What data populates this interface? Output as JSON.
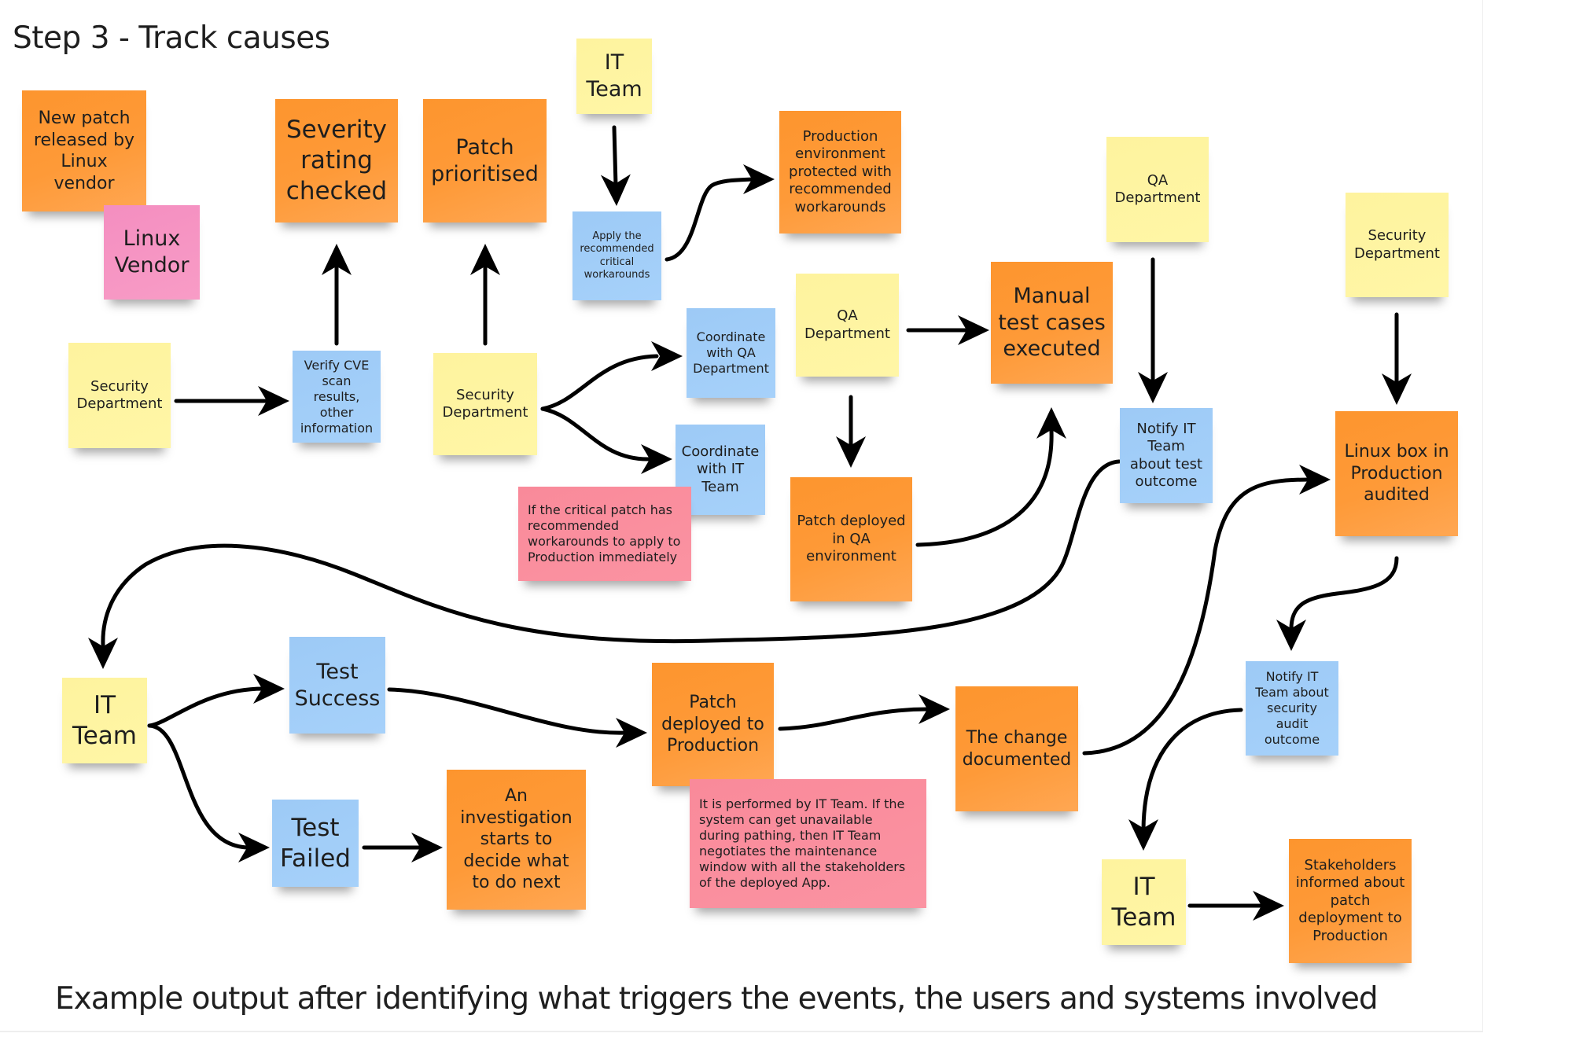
{
  "title": "Step 3 - Track causes",
  "caption": "Example output after identifying what triggers the events, the users and systems involved",
  "colors": {
    "event": "#fd952e",
    "actor": "#fff5a2",
    "command": "#a1cdf8",
    "external_system": "#f693c2",
    "note": "#fa8e9e",
    "arrow": "#000000"
  },
  "notes": {
    "new_patch": "New patch released by Linux vendor",
    "linux_vendor": "Linux Vendor",
    "severity": "Severity rating checked",
    "prioritised": "Patch prioritised",
    "it_team_top": "IT Team",
    "apply_workarounds": "Apply the recommended critical workarounds",
    "prod_protected": "Production environment protected with recommended workarounds",
    "qa_dept_top": "QA Department",
    "sec_dept_right": "Security Department",
    "sec_dept_left": "Security Department",
    "verify_cve": "Verify CVE scan results, other information",
    "sec_dept_mid": "Security Department",
    "coord_qa": "Coordinate with QA Department",
    "qa_dept_mid": "QA Department",
    "manual_tests": "Manual test cases executed",
    "coord_it": "Coordinate with IT Team",
    "critical_note": "If the critical patch has recommended workarounds to apply to Production immediately",
    "patch_qa": "Patch deployed in QA environment",
    "notify_test": "Notify IT Team about test outcome",
    "linux_audited": "Linux box in Production audited",
    "it_team_left": "IT Team",
    "test_success": "Test Success",
    "test_failed": "Test Failed",
    "investigation": "An investigation starts to decide what to do next",
    "patch_prod": "Patch deployed to Production",
    "it_note": "It is performed by IT Team. If the system can get unavailable during pathing, then IT Team negotiates the maintenance window with all the stakeholders of the deployed App.",
    "change_documented": "The change documented",
    "notify_audit": "Notify IT Team about security audit outcome",
    "it_team_right": "IT Team",
    "stakeholders": "Stakeholders informed about patch deployment to Production"
  },
  "connections": [
    {
      "from": "sec_dept_left",
      "to": "verify_cve"
    },
    {
      "from": "verify_cve",
      "to": "severity"
    },
    {
      "from": "sec_dept_mid",
      "to": "prioritised"
    },
    {
      "from": "it_team_top",
      "to": "apply_workarounds"
    },
    {
      "from": "apply_workarounds",
      "to": "prod_protected"
    },
    {
      "from": "sec_dept_mid",
      "to": "coord_qa"
    },
    {
      "from": "sec_dept_mid",
      "to": "coord_it"
    },
    {
      "from": "qa_dept_mid",
      "to": "manual_tests"
    },
    {
      "from": "qa_dept_mid",
      "to": "patch_qa"
    },
    {
      "from": "patch_qa",
      "to": "manual_tests"
    },
    {
      "from": "qa_dept_top",
      "to": "notify_test"
    },
    {
      "from": "sec_dept_right",
      "to": "linux_audited"
    },
    {
      "from": "notify_test",
      "to": "it_team_left"
    },
    {
      "from": "it_team_left",
      "to": "test_success"
    },
    {
      "from": "it_team_left",
      "to": "test_failed"
    },
    {
      "from": "test_success",
      "to": "patch_prod"
    },
    {
      "from": "test_failed",
      "to": "investigation"
    },
    {
      "from": "patch_prod",
      "to": "change_documented"
    },
    {
      "from": "change_documented",
      "to": "linux_audited"
    },
    {
      "from": "linux_audited",
      "to": "notify_audit"
    },
    {
      "from": "notify_audit",
      "to": "it_team_right"
    },
    {
      "from": "it_team_right",
      "to": "stakeholders"
    }
  ]
}
